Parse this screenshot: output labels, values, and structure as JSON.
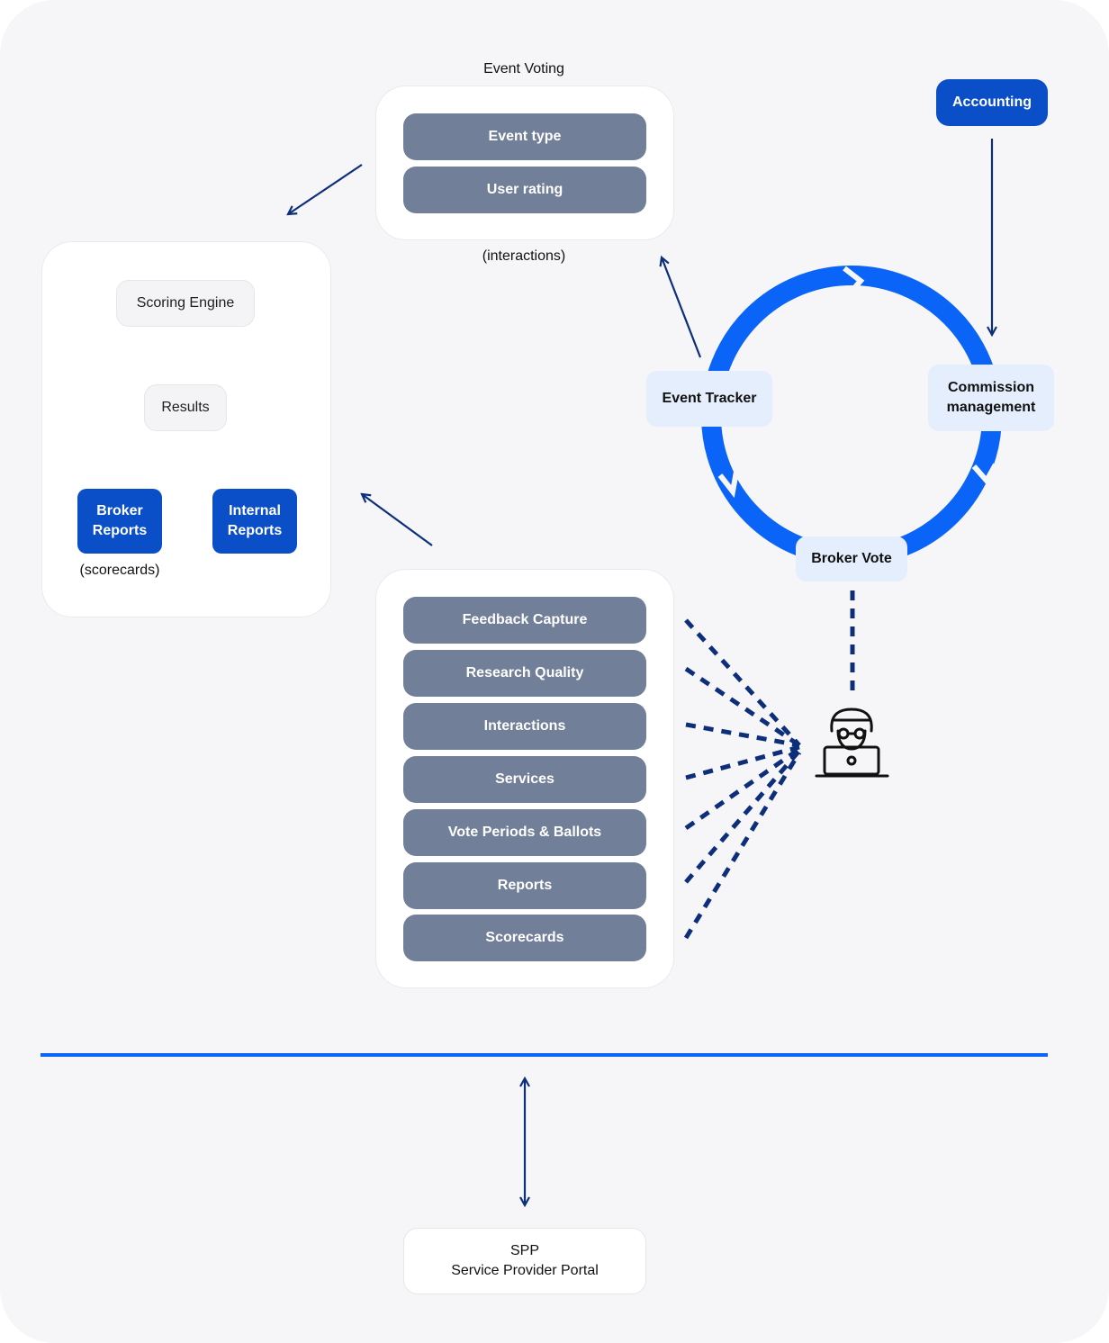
{
  "event_voting": {
    "title": "Event Voting",
    "items": [
      "Event type",
      "User rating"
    ],
    "caption": "(interactions)"
  },
  "scoring": {
    "engine": "Scoring Engine",
    "results": "Results",
    "broker_reports": "Broker\nReports",
    "internal_reports": "Internal\nReports",
    "caption": "(scorecards)"
  },
  "accounting": "Accounting",
  "cycle": {
    "event_tracker": "Event Tracker",
    "commission_management": "Commission\nmanagement",
    "broker_vote": "Broker Vote"
  },
  "modules": [
    "Feedback Capture",
    "Research Quality",
    "Interactions",
    "Services",
    "Vote Periods & Ballots",
    "Reports",
    "Scorecards"
  ],
  "spp": {
    "line1": "SPP",
    "line2": "Service Provider Portal"
  },
  "colors": {
    "primary_blue": "#0a64f7",
    "dark_blue": "#0a4fc7",
    "navy_arrow": "#0d2f7a",
    "pill_grey": "#727f99",
    "background": "#f6f6f8"
  },
  "icons": {
    "user": "analyst-with-laptop-icon"
  }
}
